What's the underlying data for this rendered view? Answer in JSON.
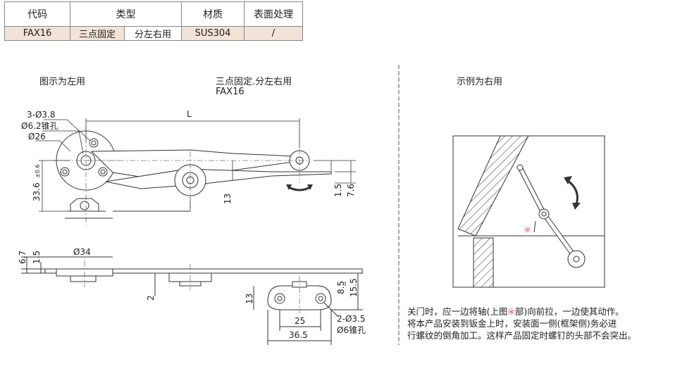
{
  "spec_table": {
    "headers": {
      "code": "代码",
      "type": "类型",
      "material": "材质",
      "surface": "表面处理"
    },
    "row": {
      "code": "FAX16",
      "type_a": "三点固定",
      "type_b": "分左右用",
      "material": "SUS304",
      "surface": "/"
    }
  },
  "captions": {
    "left": "图示为左用",
    "middle_line1": "三点固定.分左右用",
    "middle_line2": "FAX16",
    "right": "示例为右用"
  },
  "dims_top": {
    "holes": "3-Ø3.8",
    "countersink": "Ø6.2锥孔",
    "diameter": "Ø26",
    "length": "L",
    "height": "33.6",
    "tolerance": "±0.6",
    "d13": "13",
    "d15": "1.5",
    "d76": "7.6"
  },
  "dims_side": {
    "d67": "6.7",
    "d15": "1.5",
    "dia34": "Ø34",
    "d2": "2",
    "d13": "13",
    "d85": "8.5",
    "d155": "15.5",
    "d25": "25",
    "d365": "36.5",
    "holes2": "2-Ø3.5",
    "countersink2": "Ø6锥孔"
  },
  "example": {
    "mark": "※"
  },
  "note": {
    "line1_a": "关门时，应一边将轴(上图",
    "line1_star": "※",
    "line1_b": "部)向前拉，一边使其动作。",
    "line2": "将本产品安装到钣金上时，安装面一侧(框架侧)务必进",
    "line3": "行螺纹的倒角加工。这样产品固定时螺钉的头部不会突出。"
  },
  "colors": {
    "highlight_row": "#f3e2d6",
    "mark": "#e0508a"
  }
}
